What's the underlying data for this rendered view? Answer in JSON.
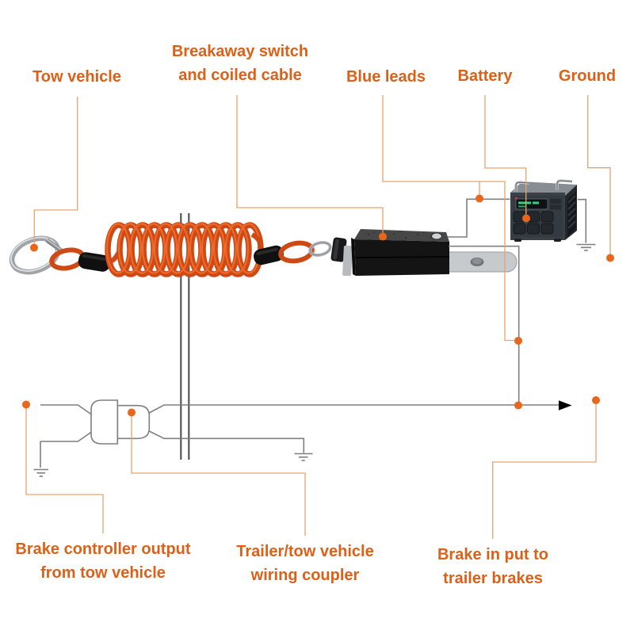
{
  "title": "Breakaway switch and coiled cable wiring diagram",
  "colors": {
    "label_text": "#dd6018",
    "label_line": "#e7a36e",
    "dot": "#e8671a",
    "wire": "#7f7f7f",
    "boundary": "#565656",
    "arrow": "#000000",
    "cable": "#cf4915"
  },
  "labels": {
    "tow_vehicle": "Tow vehicle",
    "breakaway_switch": "Breakaway switch\nand coiled cable",
    "blue_leads": "Blue leads",
    "battery": "Battery",
    "ground": "Ground",
    "brake_controller": "Brake controller output\nfrom tow vehicle",
    "wiring_coupler": "Trailer/tow vehicle\nwiring coupler",
    "brake_input": "Brake in put to\ntrailer brakes"
  },
  "icons": [
    "carabiner-icon",
    "coiled-cable-icon",
    "breakaway-switch-icon",
    "battery-icon",
    "ground-symbol-icon",
    "arrowhead-icon",
    "wiring-coupler-symbol-icon"
  ]
}
